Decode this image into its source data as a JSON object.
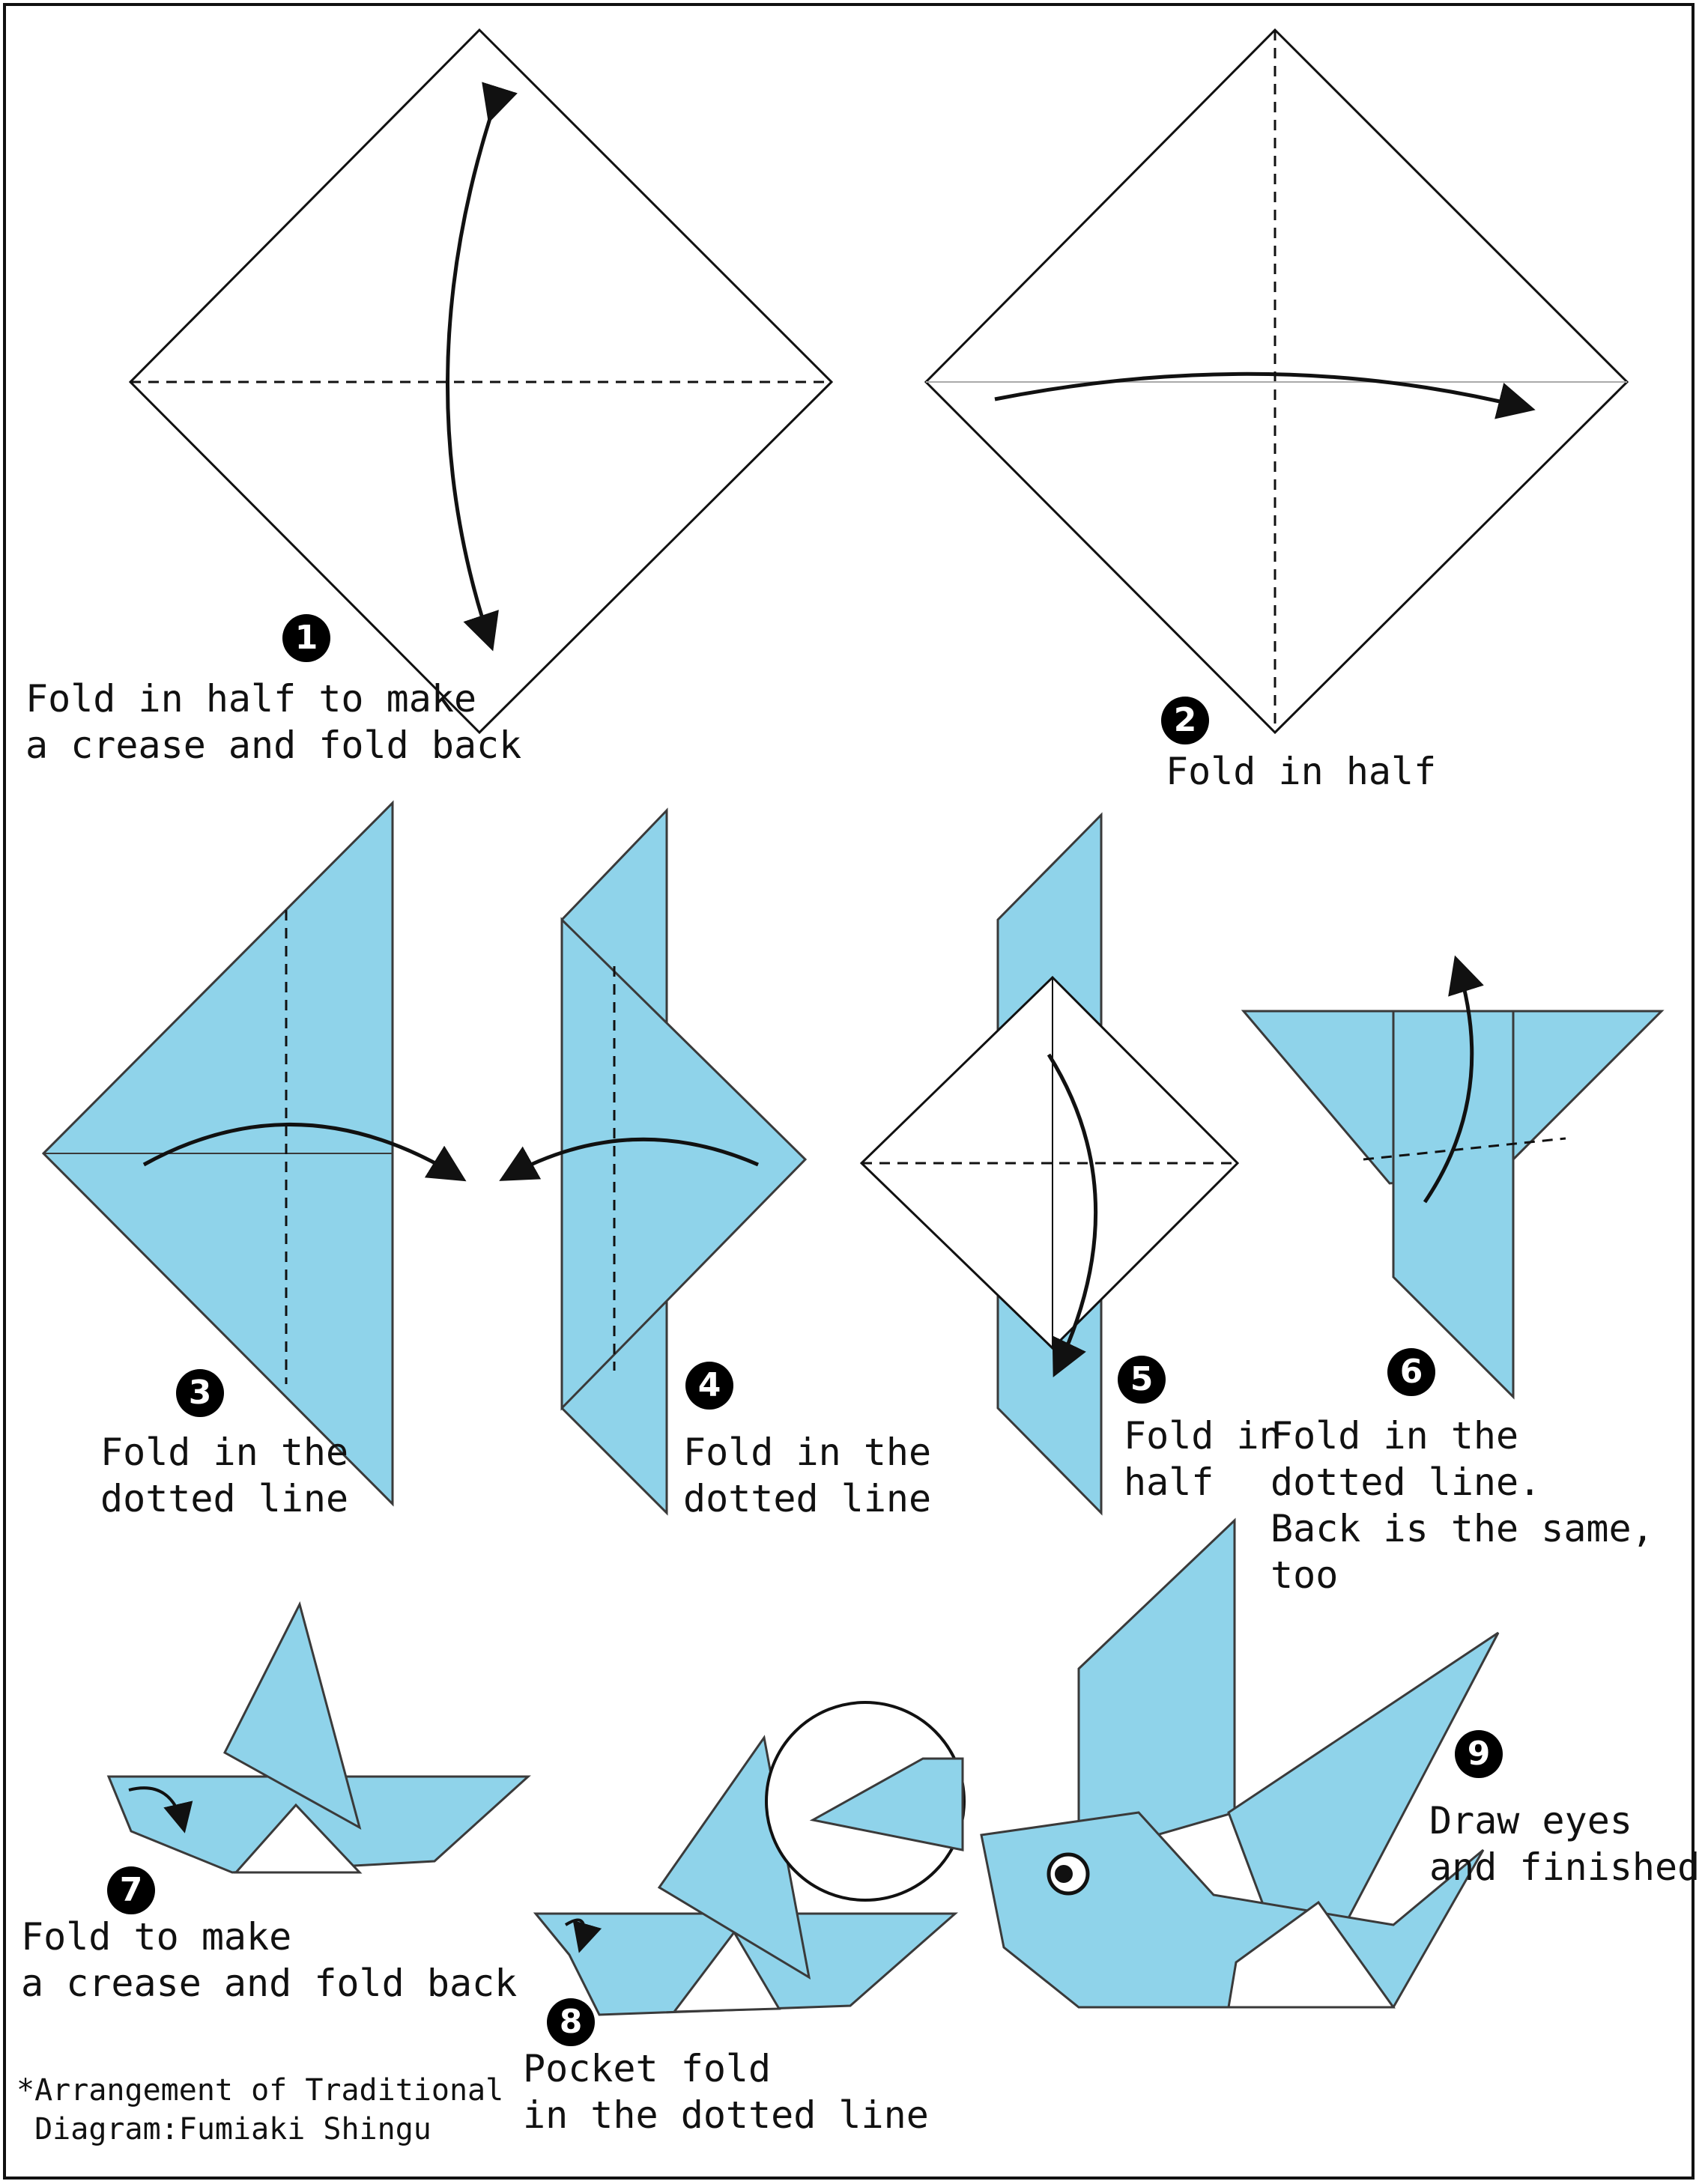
{
  "steps": [
    {
      "number": "1",
      "caption": "Fold in half to make\na crease and fold back"
    },
    {
      "number": "2",
      "caption": "Fold in half"
    },
    {
      "number": "3",
      "caption": "Fold in the\ndotted line"
    },
    {
      "number": "4",
      "caption": "Fold in the\ndotted line"
    },
    {
      "number": "5",
      "caption": "Fold in\nhalf"
    },
    {
      "number": "6",
      "caption": "Fold in the\ndotted line.\nBack is the same,\ntoo"
    },
    {
      "number": "7",
      "caption": "Fold to make\na crease and fold back"
    },
    {
      "number": "8",
      "caption": "Pocket fold\nin the dotted line"
    },
    {
      "number": "9",
      "caption": "Draw eyes\nand finished"
    }
  ],
  "credit": "*Arrangement of Traditional\n Diagram:Fumiaki Shingu",
  "colors": {
    "paper": "#8fd3ea",
    "paper_edge": "#3a3a3a",
    "back": "#ffffff",
    "line": "#111111",
    "border": "#111111"
  }
}
